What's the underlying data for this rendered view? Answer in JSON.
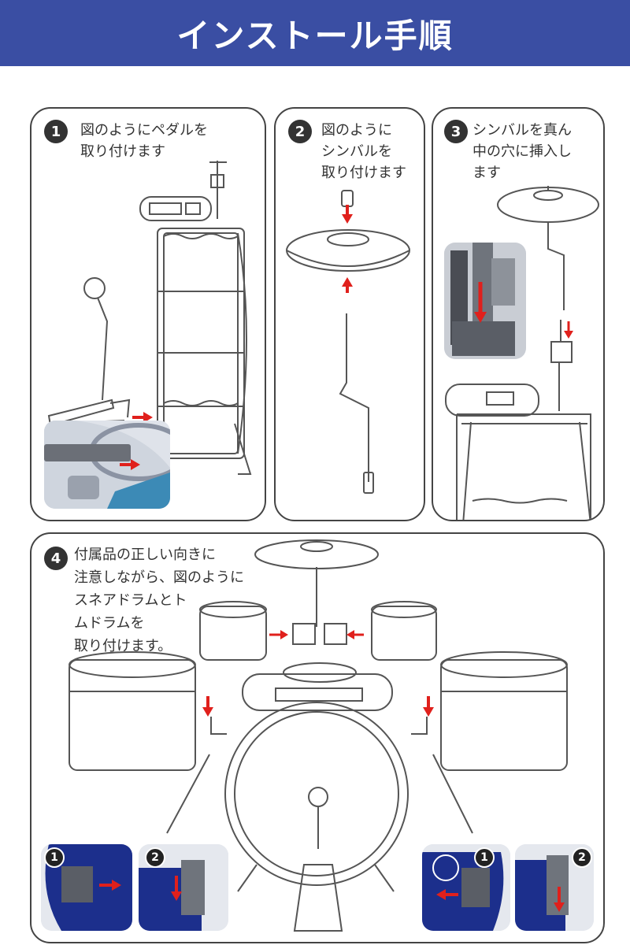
{
  "title": "インストール手順",
  "steps": [
    {
      "num": "1",
      "text": "図のようにペダルを\n取り付けます"
    },
    {
      "num": "2",
      "text": "図のように\nシンバルを\n取り付けます"
    },
    {
      "num": "3",
      "text": "シンバルを真ん\n中の穴に挿入し\nます"
    },
    {
      "num": "4",
      "text": "付属品の正しい向きに\n注意しながら、図のように\nスネアドラムとト\nムドラムを\n取り付けます。"
    }
  ],
  "sub_badges": [
    "1",
    "2",
    "1",
    "2"
  ],
  "colors": {
    "header": "#3a4ea3",
    "arrow": "#e0201c",
    "drum_blue": "#1c2f8c",
    "line": "#555555"
  }
}
